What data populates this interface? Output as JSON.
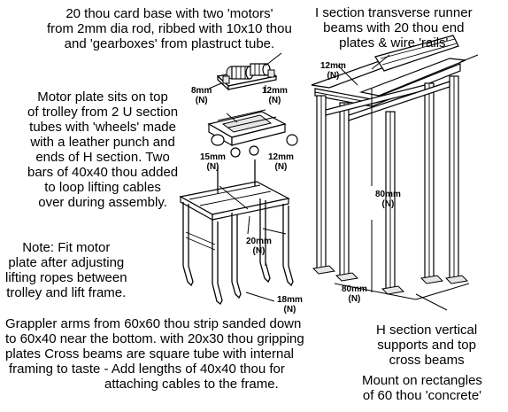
{
  "notes": {
    "card_base": [
      "20 thou card base with two 'motors'",
      "from 2mm dia rod, ribbed with 10x10 thou",
      "and 'gearboxes' from plastruct tube."
    ],
    "runner_beams": [
      "I section transverse runner",
      "beams with 20 thou end",
      "plates & wire 'rails'"
    ],
    "motor_plate": [
      "Motor plate sits on top",
      "of trolley from 2 U section",
      "tubes with 'wheels' made",
      "with a leather punch and",
      "ends of H section. Two",
      "bars of 40x40 thou added",
      "to loop lifting cables",
      "over during assembly."
    ],
    "fit_note": [
      "Note: Fit motor",
      "plate after adjusting",
      "lifting ropes between",
      "trolley and lift frame."
    ],
    "grappler": [
      "Grappler arms from 60x60 thou strip sanded down",
      "to 60x40 near the bottom. with 20x30 thou gripping",
      "plates  Cross beams are square tube with internal",
      "framing to taste - Add lengths of 40x40 thou  for",
      "attaching cables to the frame."
    ],
    "h_section": [
      "H section vertical",
      "supports and top",
      "cross beams"
    ],
    "mount": [
      "Mount on rectangles",
      "of 60 thou 'concrete'"
    ]
  },
  "dimensions": {
    "motor_8": [
      "8mm",
      "(N)"
    ],
    "motor_12": [
      "12mm",
      "(N)"
    ],
    "top_12": [
      "12mm",
      "(N)"
    ],
    "wheel_15": [
      "15mm",
      "(N)"
    ],
    "trolley_12": [
      "12mm",
      "(N)"
    ],
    "height_80": [
      "80mm",
      "(N)"
    ],
    "frame_20": [
      "20mm",
      "(N)"
    ],
    "frame_18": [
      "18mm",
      "(N)"
    ],
    "base_80": [
      "80mm",
      "(N)"
    ]
  }
}
